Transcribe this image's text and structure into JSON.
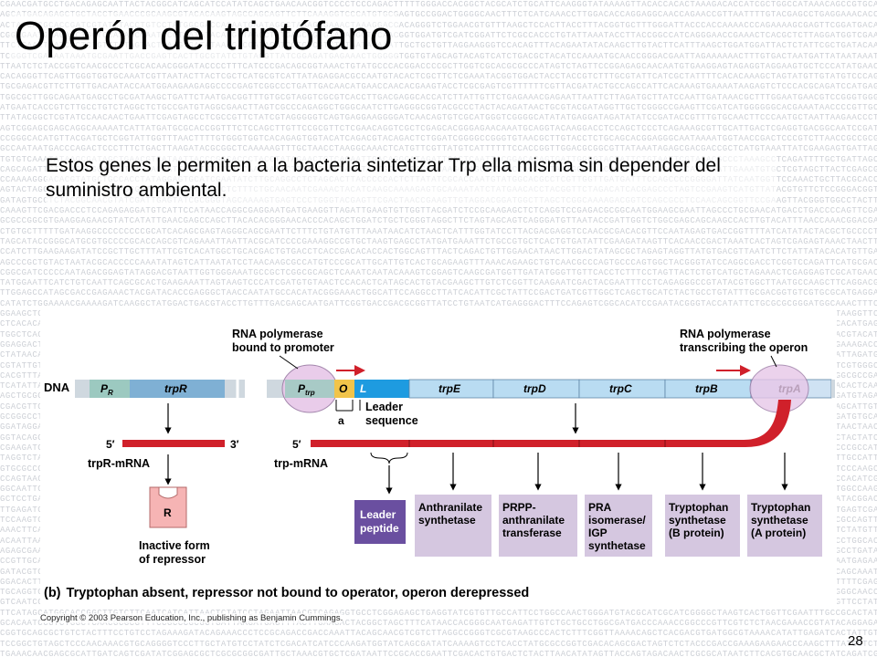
{
  "slide": {
    "title": "Operón del triptófano",
    "subtitle": "Estos genes le permiten a la bacteria sintetizar Trp ella misma sin depender del suministro ambiental.",
    "copyright": "Copyright © 2003 Pearson Education, Inc., publishing as Benjamin Cummings.",
    "page_number": "28"
  },
  "diagram": {
    "dna_label": "DNA",
    "promoter_r": "P",
    "promoter_r_sub": "R",
    "gene_trpR": "trpR",
    "promoter_trp": "P",
    "promoter_trp_sub": "trp",
    "operator": "O",
    "leader": "L",
    "genes": [
      "trpE",
      "trpD",
      "trpC",
      "trpB",
      "trpA"
    ],
    "rna_pol_promoter_label": [
      "RNA polymerase",
      "bound to promoter"
    ],
    "rna_pol_transcribing_label": [
      "RNA polymerase",
      "transcribing the operon"
    ],
    "attenuator_label": "a",
    "leader_sequence_label": [
      "Leader",
      "sequence"
    ],
    "five_prime": "5′",
    "three_prime": "3′",
    "trpR_mrna_label": "trpR-mRNA",
    "trp_mrna_label": "trp-mRNA",
    "repressor_letter": "R",
    "inactive_repressor_label": [
      "Inactive form",
      "of repressor"
    ],
    "leader_peptide_label": [
      "Leader",
      "peptide"
    ],
    "enzymes": [
      [
        "Anthranilate",
        "synthetase"
      ],
      [
        "PRPP-",
        "anthranilate",
        "transferase"
      ],
      [
        "PRA",
        "isomerase/",
        "IGP",
        "synthetase"
      ],
      [
        "Tryptophan",
        "synthetase",
        "(B protein)"
      ],
      [
        "Tryptophan",
        "synthetase",
        "(A protein)"
      ]
    ],
    "caption_bold": "(b)",
    "caption": "Tryptophan absent, repressor not bound to operator, operon derepressed",
    "colors": {
      "mrna": "#d0202a",
      "leader_box": "#1e9be0",
      "gene_box": "#b9dcf2",
      "trpR_box": "#7fb0d4",
      "promoter_box": "#9cc9c0",
      "operator_box": "#f1c44a",
      "enzyme_box": "#d5c7e0",
      "leader_peptide_box": "#6a4fa0",
      "repressor": "#f6b4b4",
      "polymerase": "#e7c7e8"
    }
  }
}
